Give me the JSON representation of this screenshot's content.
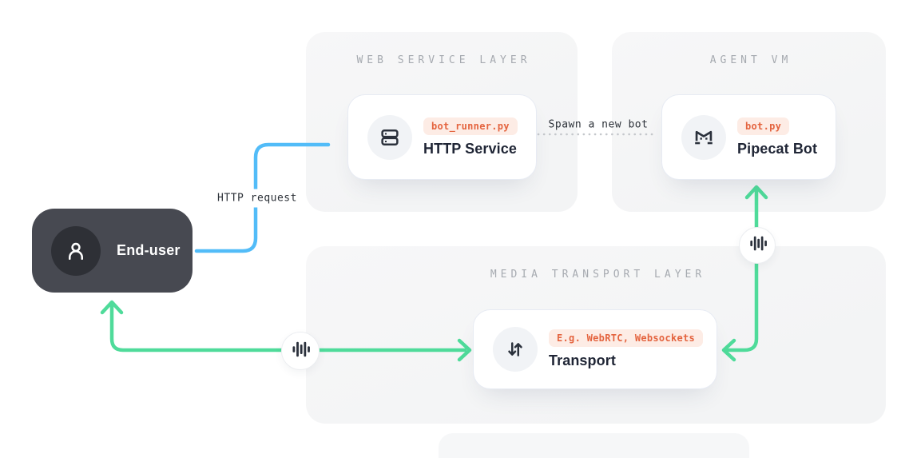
{
  "panels": [
    {
      "title": "WEB SERVICE LAYER",
      "card": {
        "badge": "bot_runner.py",
        "title": "HTTP Service",
        "icon": "server-icon"
      }
    },
    {
      "title": "AGENT VM",
      "card": {
        "badge": "bot.py",
        "title": "Pipecat Bot",
        "icon": "pipecat-cat-icon"
      }
    },
    {
      "title": "MEDIA TRANSPORT LAYER",
      "card": {
        "badge": "E.g. WebRTC, Websockets",
        "title": "Transport",
        "icon": "transfer-arrows-icon"
      }
    }
  ],
  "end_user": {
    "label": "End-user",
    "icon": "person-icon"
  },
  "edges": {
    "http_request": {
      "label": "HTTP request",
      "style": "solid",
      "color": "#52bcf8",
      "from": "End-user",
      "to": "HTTP Service"
    },
    "spawn_bot": {
      "label": "Spawn a new bot",
      "style": "dotted",
      "color": "#c5c8cc",
      "from": "HTTP Service",
      "to": "Pipecat Bot"
    },
    "audio_user_transport": {
      "icon": "waveform-icon",
      "style": "double-arrow",
      "color": "#4fdb9a",
      "from": "End-user",
      "to": "Transport"
    },
    "audio_transport_bot": {
      "icon": "waveform-icon",
      "style": "double-arrow",
      "color": "#4fdb9a",
      "from": "Transport",
      "to": "Pipecat Bot"
    }
  },
  "colors": {
    "page_bg": "#ffffff",
    "panel_bg": "#f5f5f6",
    "panel_header_text": "#a6aab0",
    "card_bg": "#ffffff",
    "card_border": "#e7ebf3",
    "card_title_text": "#1f2535",
    "badge_bg": "#fdece5",
    "badge_text": "#e4643f",
    "icon_circle_bg": "#f1f3f6",
    "icon_dark": "#2b313c",
    "end_user_bg": "#474951",
    "end_user_avatar_bg": "#2e3036",
    "green": "#4fdb9a",
    "blue": "#52bcf8",
    "dotted_gray": "#c5c8cc"
  }
}
